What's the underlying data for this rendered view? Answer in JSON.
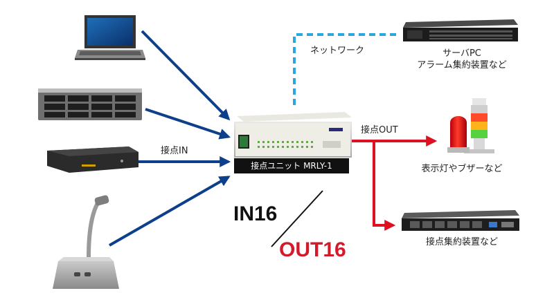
{
  "labels": {
    "network": "ネットワーク",
    "server_line1": "サーバPC",
    "server_line2": "アラーム集約装置など",
    "contact_out": "接点OUT",
    "contact_in": "接点IN",
    "unit_name": "接点ユニット MRLY-1",
    "indicator_caption": "表示灯やブザーなど",
    "aggregator_caption": "接点集約装置など",
    "in_count": "IN16",
    "out_count": "OUT16"
  },
  "colors": {
    "input_arrow": "#0d3f8a",
    "output_arrow": "#dd1122",
    "network_line": "#2aa6e0",
    "out_text": "#d3192a",
    "in_text": "#111111",
    "unit_label_bg": "#111111"
  },
  "icons": [
    "laptop-icon",
    "rack-server-icon",
    "dvr-recorder-icon",
    "gooseneck-microphone-icon",
    "relay-unit-icon",
    "server-pc-icon",
    "signal-tower-icon",
    "aggregator-rack-icon"
  ]
}
